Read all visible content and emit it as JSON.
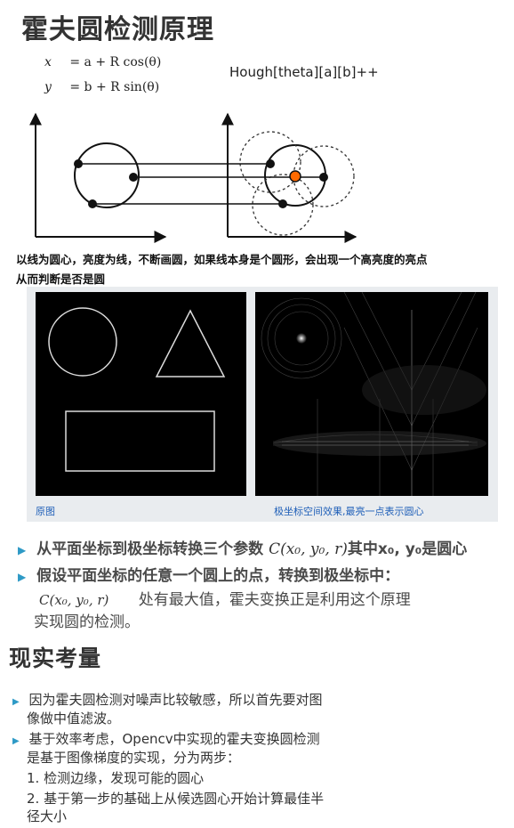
{
  "title": "霍夫圆检测原理",
  "formula": {
    "x_lhs": "x",
    "x_rhs": "= a + R cos(θ)",
    "y_lhs": "y",
    "y_rhs": "= b + R sin(θ)"
  },
  "hough_text": "Hough[theta][a][b]++",
  "note_line1": "以线为圆心，亮度为线，不断画圆，如果线本身是个圆形，会出现一个高亮度的亮点",
  "note_line2": "从而判断是否是圆",
  "caption_left": "原图",
  "caption_right": "极坐标空间效果,最亮一点表示圆心",
  "bullets": {
    "b1_pre": "从平面坐标到极坐标转换三个参数 ",
    "b1_math": "C(x₀, y₀, r)",
    "b1_post": "其中x₀, y₀是圆心",
    "b2_line1": "假设平面坐标的任意一个圆上的点，转换到极坐标中：",
    "b2_math": "C(x₀, y₀, r)",
    "b2_line2_post": "处有最大值，霍夫变换正是利用这个原理",
    "b2_line3": "实现圆的检测。"
  },
  "section2_title": "现实考量",
  "items": {
    "i1_line1": "因为霍夫圆检测对噪声比较敏感，所以首先要对图",
    "i1_line2": "像做中值滤波。",
    "i2_line1": "基于效率考虑，Opencv中实现的霍夫变换圆检测",
    "i2_line2": "是基于图像梯度的实现，分为两步：",
    "i2_step1": "1. 检测边缘，发现可能的圆心",
    "i2_step2": "2. 基于第一步的基础上从候选圆心开始计算最佳半",
    "i2_step3": "径大小"
  },
  "colors": {
    "accent_orange": "#ff6a00",
    "bullet_blue": "#2e9ac6",
    "caption_blue": "#1f5fb8"
  }
}
